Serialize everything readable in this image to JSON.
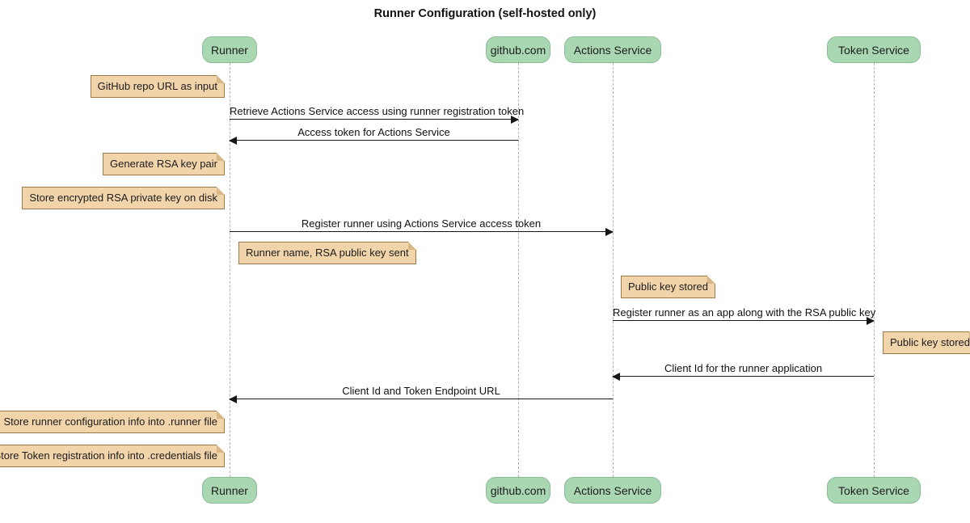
{
  "title": "Runner Configuration (self-hosted only)",
  "participants": [
    {
      "name": "Runner"
    },
    {
      "name": "github.com"
    },
    {
      "name": "Actions Service"
    },
    {
      "name": "Token Service"
    }
  ],
  "messages": [
    {
      "from": "Runner",
      "to": "github.com",
      "label": "Retrieve Actions Service access using runner registration token"
    },
    {
      "from": "github.com",
      "to": "Runner",
      "label": "Access token for Actions Service"
    },
    {
      "from": "Runner",
      "to": "Actions Service",
      "label": "Register runner using Actions Service access token"
    },
    {
      "from": "Actions Service",
      "to": "Token Service",
      "label": "Register runner as an app along with the RSA public key"
    },
    {
      "from": "Token Service",
      "to": "Actions Service",
      "label": "Client Id for the runner application"
    },
    {
      "from": "Actions Service",
      "to": "Runner",
      "label": "Client Id and Token Endpoint URL"
    }
  ],
  "notes": [
    {
      "text": "GitHub repo URL as input",
      "anchor": "Runner",
      "side": "left"
    },
    {
      "text": "Generate RSA key pair",
      "anchor": "Runner",
      "side": "left"
    },
    {
      "text": "Store encrypted RSA private key on disk",
      "anchor": "Runner",
      "side": "left"
    },
    {
      "text": "Runner name, RSA public key sent",
      "anchor": "Runner",
      "side": "right"
    },
    {
      "text": "Public key stored",
      "anchor": "Actions Service",
      "side": "right"
    },
    {
      "text": "Public key stored",
      "anchor": "Token Service",
      "side": "right"
    },
    {
      "text": "Store runner configuration info into .runner file",
      "anchor": "Runner",
      "side": "left"
    },
    {
      "text": "Store Token registration info into .credentials file",
      "anchor": "Runner",
      "side": "left"
    }
  ],
  "colors": {
    "participant_fill": "#a9d7b2",
    "participant_border": "#8abd96",
    "note_fill": "#f2d4ab",
    "note_border": "#9d7a49",
    "note_fold": "#d9b786",
    "lifeline": "#b3b3b3",
    "arrow": "#161616"
  }
}
